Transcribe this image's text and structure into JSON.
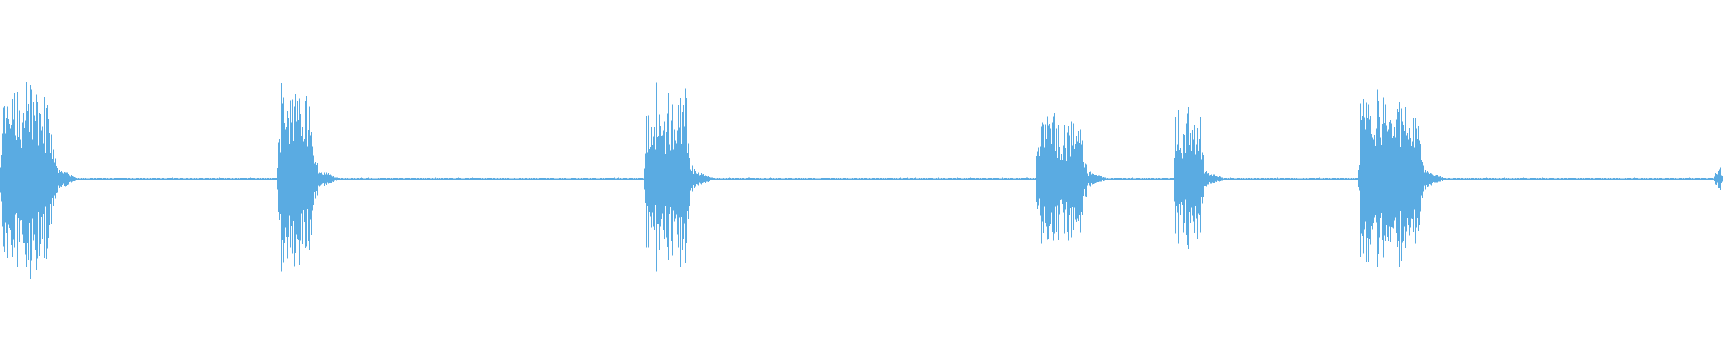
{
  "waveform": {
    "color": "#5aabe2",
    "background": "#ffffff",
    "bursts": [
      {
        "start": 0.0,
        "end": 0.034,
        "amplitude": 0.94,
        "peak": 1.0
      },
      {
        "start": 0.161,
        "end": 0.185,
        "amplitude": 0.88,
        "peak": 0.93
      },
      {
        "start": 0.374,
        "end": 0.403,
        "amplitude": 0.83,
        "peak": 1.0
      },
      {
        "start": 0.601,
        "end": 0.632,
        "amplitude": 0.66,
        "peak": 0.7
      },
      {
        "start": 0.681,
        "end": 0.7,
        "amplitude": 0.7,
        "peak": 0.72
      },
      {
        "start": 0.788,
        "end": 0.828,
        "amplitude": 0.86,
        "peak": 0.89
      },
      {
        "start": 0.995,
        "end": 1.0,
        "amplitude": 0.11,
        "peak": 0.11
      }
    ],
    "noise_floor": 0.012
  }
}
